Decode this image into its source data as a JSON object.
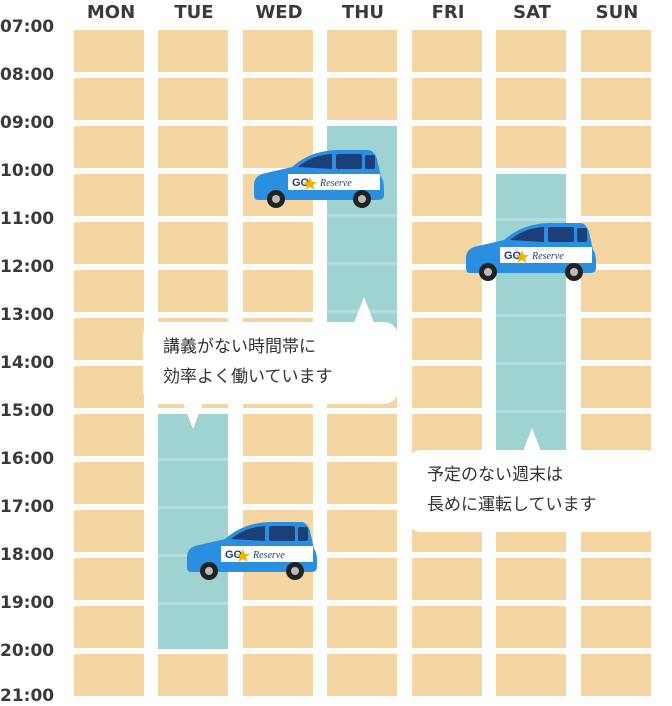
{
  "days": [
    "MON",
    "TUE",
    "WED",
    "THU",
    "FRI",
    "SAT",
    "SUN"
  ],
  "times": [
    "07:00",
    "08:00",
    "09:00",
    "10:00",
    "11:00",
    "12:00",
    "13:00",
    "14:00",
    "15:00",
    "16:00",
    "17:00",
    "18:00",
    "19:00",
    "20:00",
    "21:00"
  ],
  "bubbles": {
    "weekday": [
      "講義がない時間帯に",
      "効率よく働いています"
    ],
    "weekend": [
      "予定のない週末は",
      "長めに運転しています"
    ]
  },
  "car_logo": "Reserve",
  "colors": {
    "cell": "#f5d6a2",
    "usage": "#9fd3d1",
    "car_blue": "#2a8fe0",
    "text": "#3a3a3a"
  }
}
